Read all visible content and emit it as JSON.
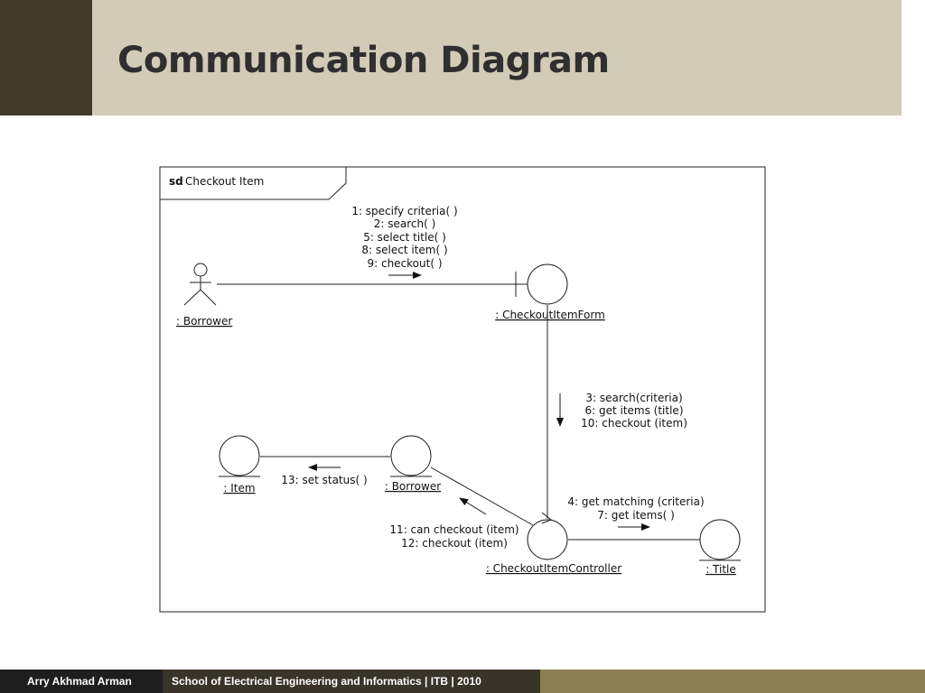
{
  "slide": {
    "title": "Communication Diagram"
  },
  "diagram": {
    "frame_label_kw": "sd",
    "frame_label_name": "Checkout Item",
    "objects": {
      "borrower_actor": ": Borrower",
      "form": ": CheckoutItemForm",
      "controller": ": CheckoutItemController",
      "item": ": Item",
      "borrower": ": Borrower",
      "title": ": Title"
    },
    "messages": {
      "actor_to_form": [
        "1: specify criteria( )",
        "2: search( )",
        "5: select title( )",
        "8: select item( )",
        "9: checkout( )"
      ],
      "form_to_controller": [
        "3: search(criteria)",
        "6: get items (title)",
        "10: checkout (item)"
      ],
      "controller_to_title": [
        "4: get matching (criteria)",
        "7: get items( )"
      ],
      "controller_to_borrower": [
        "11: can checkout (item)",
        "12: checkout (item)"
      ],
      "borrower_to_item": [
        "13: set status( )"
      ]
    }
  },
  "footer": {
    "author": "Arry Akhmad Arman",
    "school": "School of Electrical Engineering and Informatics | ITB | 2010"
  }
}
